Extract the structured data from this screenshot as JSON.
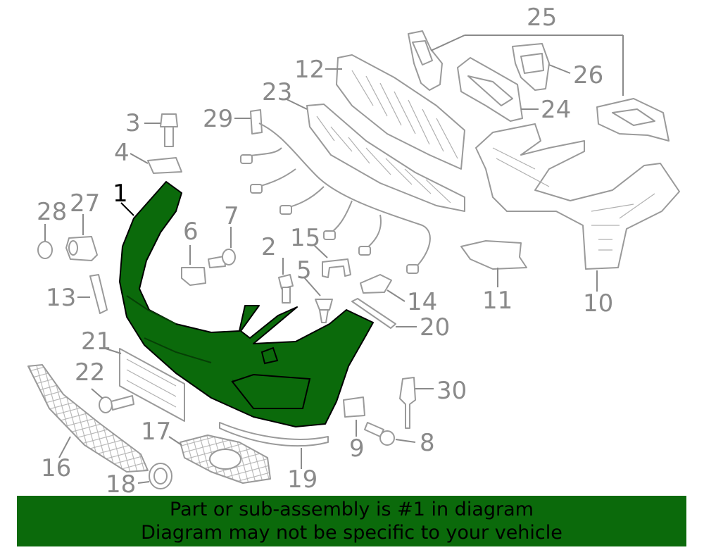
{
  "callouts": {
    "c1": "1",
    "c2": "2",
    "c3": "3",
    "c4": "4",
    "c5": "5",
    "c6": "6",
    "c7": "7",
    "c8": "8",
    "c9": "9",
    "c10": "10",
    "c11": "11",
    "c12": "12",
    "c13": "13",
    "c14": "14",
    "c15": "15",
    "c16": "16",
    "c17": "17",
    "c18": "18",
    "c19": "19",
    "c20": "20",
    "c21": "21",
    "c22": "22",
    "c23": "23",
    "c24": "24",
    "c25": "25",
    "c26": "26",
    "c27": "27",
    "c28": "28",
    "c29": "29",
    "c30": "30"
  },
  "highlight": {
    "part": "1",
    "color": "#0b6a0b"
  },
  "banner": {
    "line1": "Part or sub-assembly is #1 in diagram",
    "line2": "Diagram may not be specific to your vehicle"
  }
}
